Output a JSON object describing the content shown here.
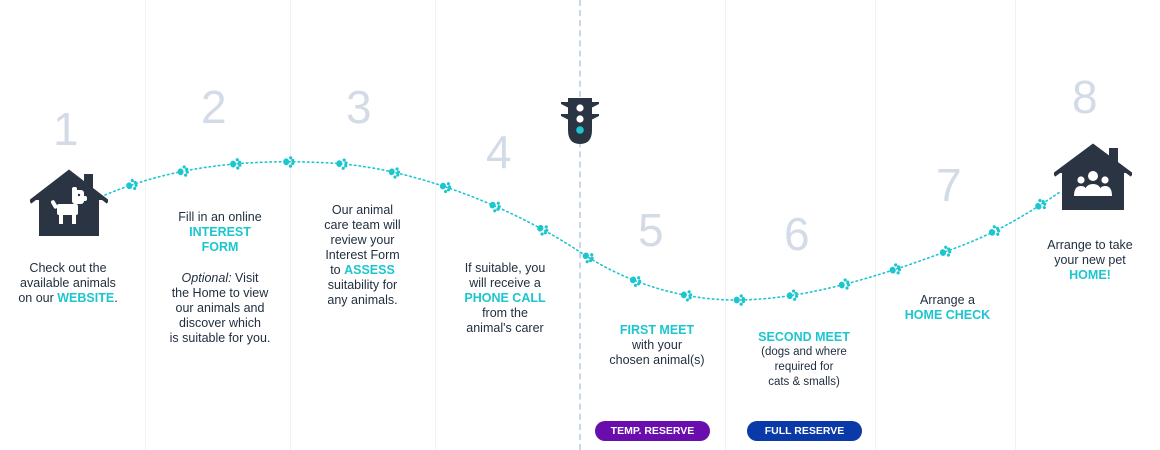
{
  "colors": {
    "accent": "#1cc6cf",
    "dark": "#2b3442",
    "number": "#d3dbe6",
    "temp_reserve": "#6a0dad",
    "full_reserve": "#0a3aa8"
  },
  "icons": [
    "house-dog-icon",
    "traffic-light-icon",
    "house-family-icon",
    "paw-icon"
  ],
  "steps": [
    {
      "number": "1",
      "text": {
        "l1": "Check out the",
        "l2": "available animals",
        "l3": "on our ",
        "hl": "WEBSITE",
        "end": "."
      }
    },
    {
      "number": "2",
      "text": {
        "l1": "Fill in an online",
        "hl1": "INTEREST",
        "hl2": "FORM",
        "opt": "Optional:",
        "o1": " Visit",
        "o2": "the Home to view",
        "o3": "our animals and",
        "o4": "discover which",
        "o5": "is suitable for you."
      }
    },
    {
      "number": "3",
      "text": {
        "l1": "Our animal",
        "l2": "care team will",
        "l3": "review your",
        "l4": "Interest Form",
        "l5a": "to ",
        "hl": "ASSESS",
        "l6": "suitability for",
        "l7": "any animals."
      }
    },
    {
      "number": "4",
      "text": {
        "l1": "If suitable, you",
        "l2": "will receive a",
        "hl": "PHONE CALL",
        "l3": "from the",
        "l4": "animal's carer"
      }
    },
    {
      "number": "5",
      "text": {
        "hl": "FIRST MEET",
        "l1": "with your",
        "l2": "chosen animal(s)"
      }
    },
    {
      "number": "6",
      "text": {
        "hl": "SECOND MEET",
        "l1": "(dogs and where",
        "l2": "required for",
        "l3": "cats & smalls)"
      }
    },
    {
      "number": "7",
      "text": {
        "l1": "Arrange a",
        "hl": "HOME CHECK"
      }
    },
    {
      "number": "8",
      "text": {
        "l1": "Arrange to take",
        "l2": "your new pet",
        "hl": "HOME",
        "end": "!"
      }
    }
  ],
  "badges": {
    "temp": "TEMP. RESERVE",
    "full": "FULL RESERVE"
  }
}
